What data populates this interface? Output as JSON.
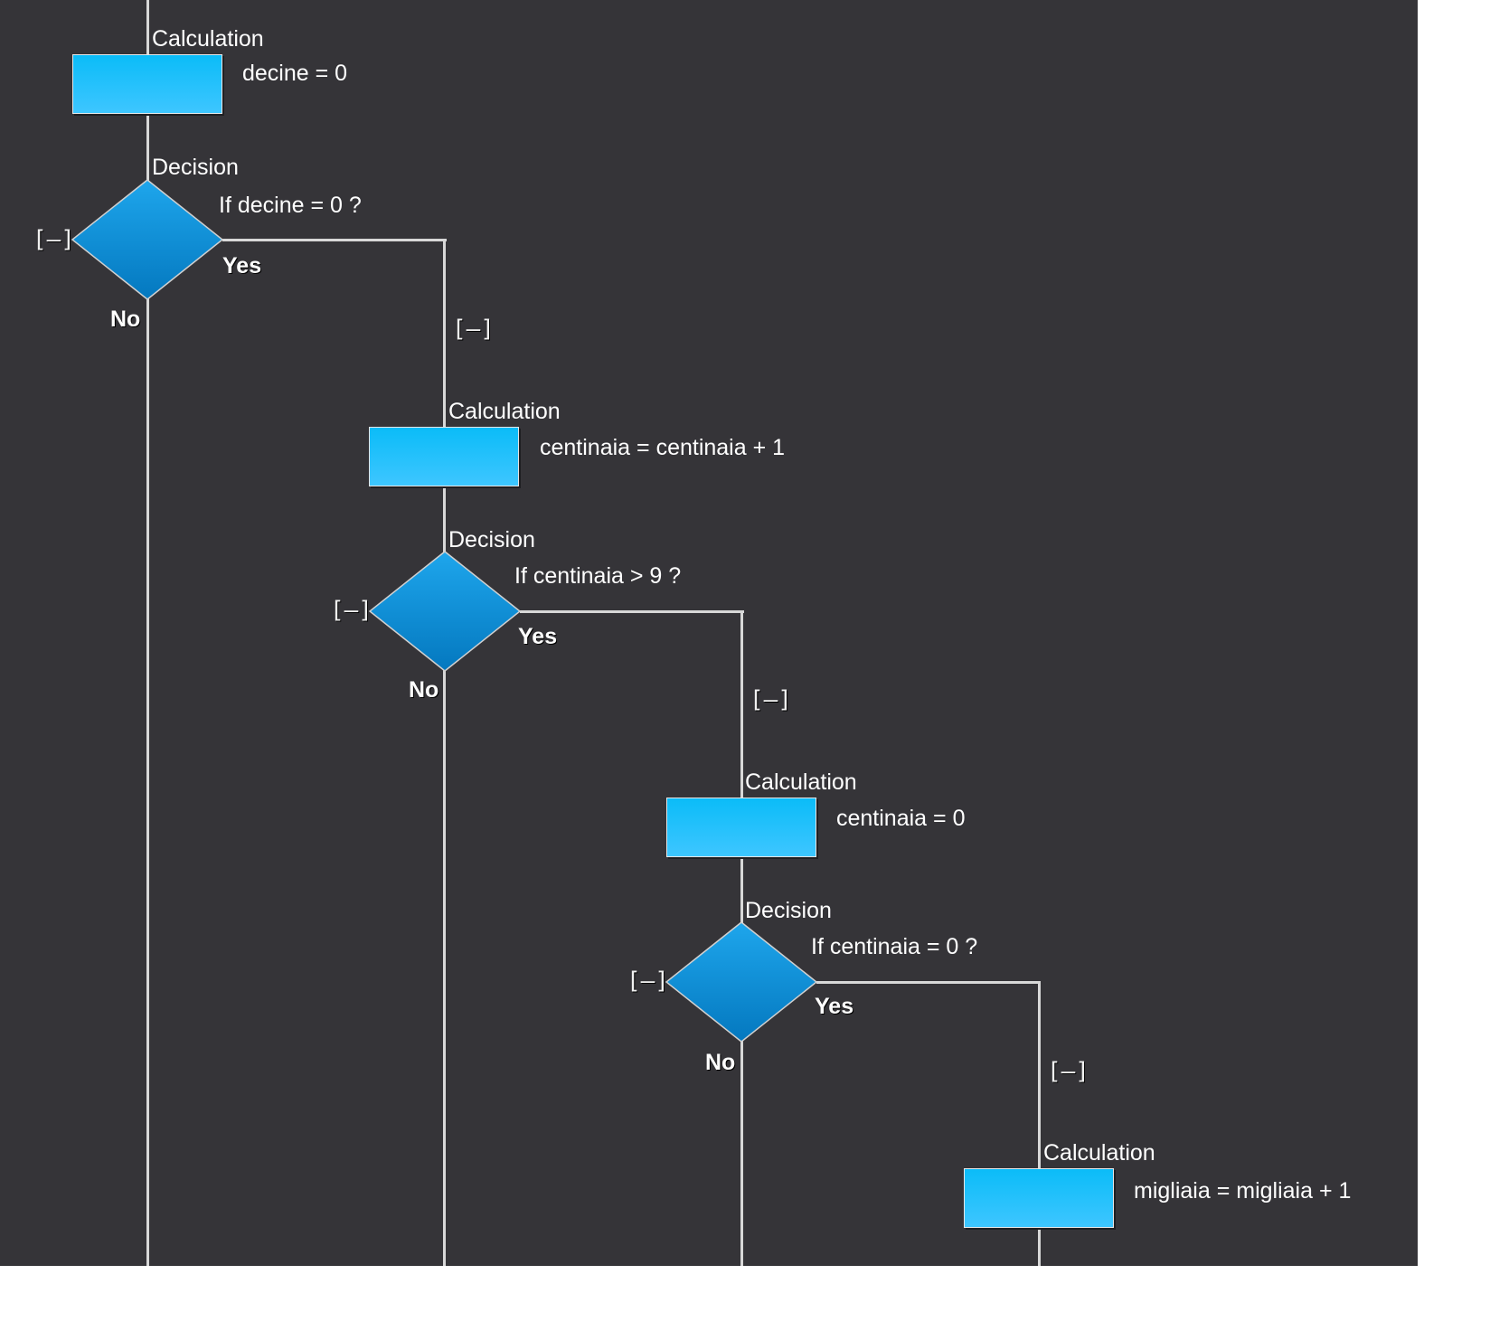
{
  "flowchart": {
    "step1": {
      "type_label": "Calculation",
      "text": "decine = 0"
    },
    "step2": {
      "type_label": "Decision",
      "text": "If  decine = 0 ?",
      "yes": "Yes",
      "no": "No",
      "toggle": "[–]",
      "branch_toggle": "[–]"
    },
    "step3": {
      "type_label": "Calculation",
      "text": "centinaia = centinaia + 1"
    },
    "step4": {
      "type_label": "Decision",
      "text": "If  centinaia > 9 ?",
      "yes": "Yes",
      "no": "No",
      "toggle": "[–]",
      "branch_toggle": "[–]"
    },
    "step5": {
      "type_label": "Calculation",
      "text": "centinaia = 0"
    },
    "step6": {
      "type_label": "Decision",
      "text": "If  centinaia = 0 ?",
      "yes": "Yes",
      "no": "No",
      "toggle": "[–]",
      "branch_toggle": "[–]"
    },
    "step7": {
      "type_label": "Calculation",
      "text": "migliaia = migliaia + 1"
    }
  },
  "colors": {
    "background": "#353438",
    "connector": "#d8d8d8",
    "calculation_fill": "#1cc0fc",
    "decision_fill": "#0a8fd6"
  }
}
